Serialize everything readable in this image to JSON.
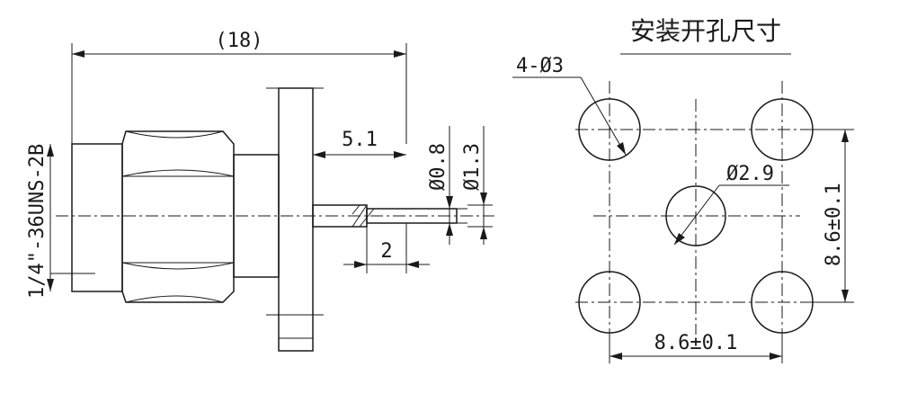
{
  "left_view": {
    "overall_length": "(18)",
    "thread_spec": "1/4\"-36UNS-2B",
    "pin_length": "5.1",
    "pin_diameter_small": "Ø0.8",
    "pin_diameter_large": "Ø1.3",
    "dielectric_length": "2"
  },
  "right_view": {
    "title": "安装开孔尺寸",
    "corner_holes": "4-Ø3",
    "center_hole": "Ø2.9",
    "vertical_spacing": "8.6±0.1",
    "horizontal_spacing": "8.6±0.1"
  }
}
